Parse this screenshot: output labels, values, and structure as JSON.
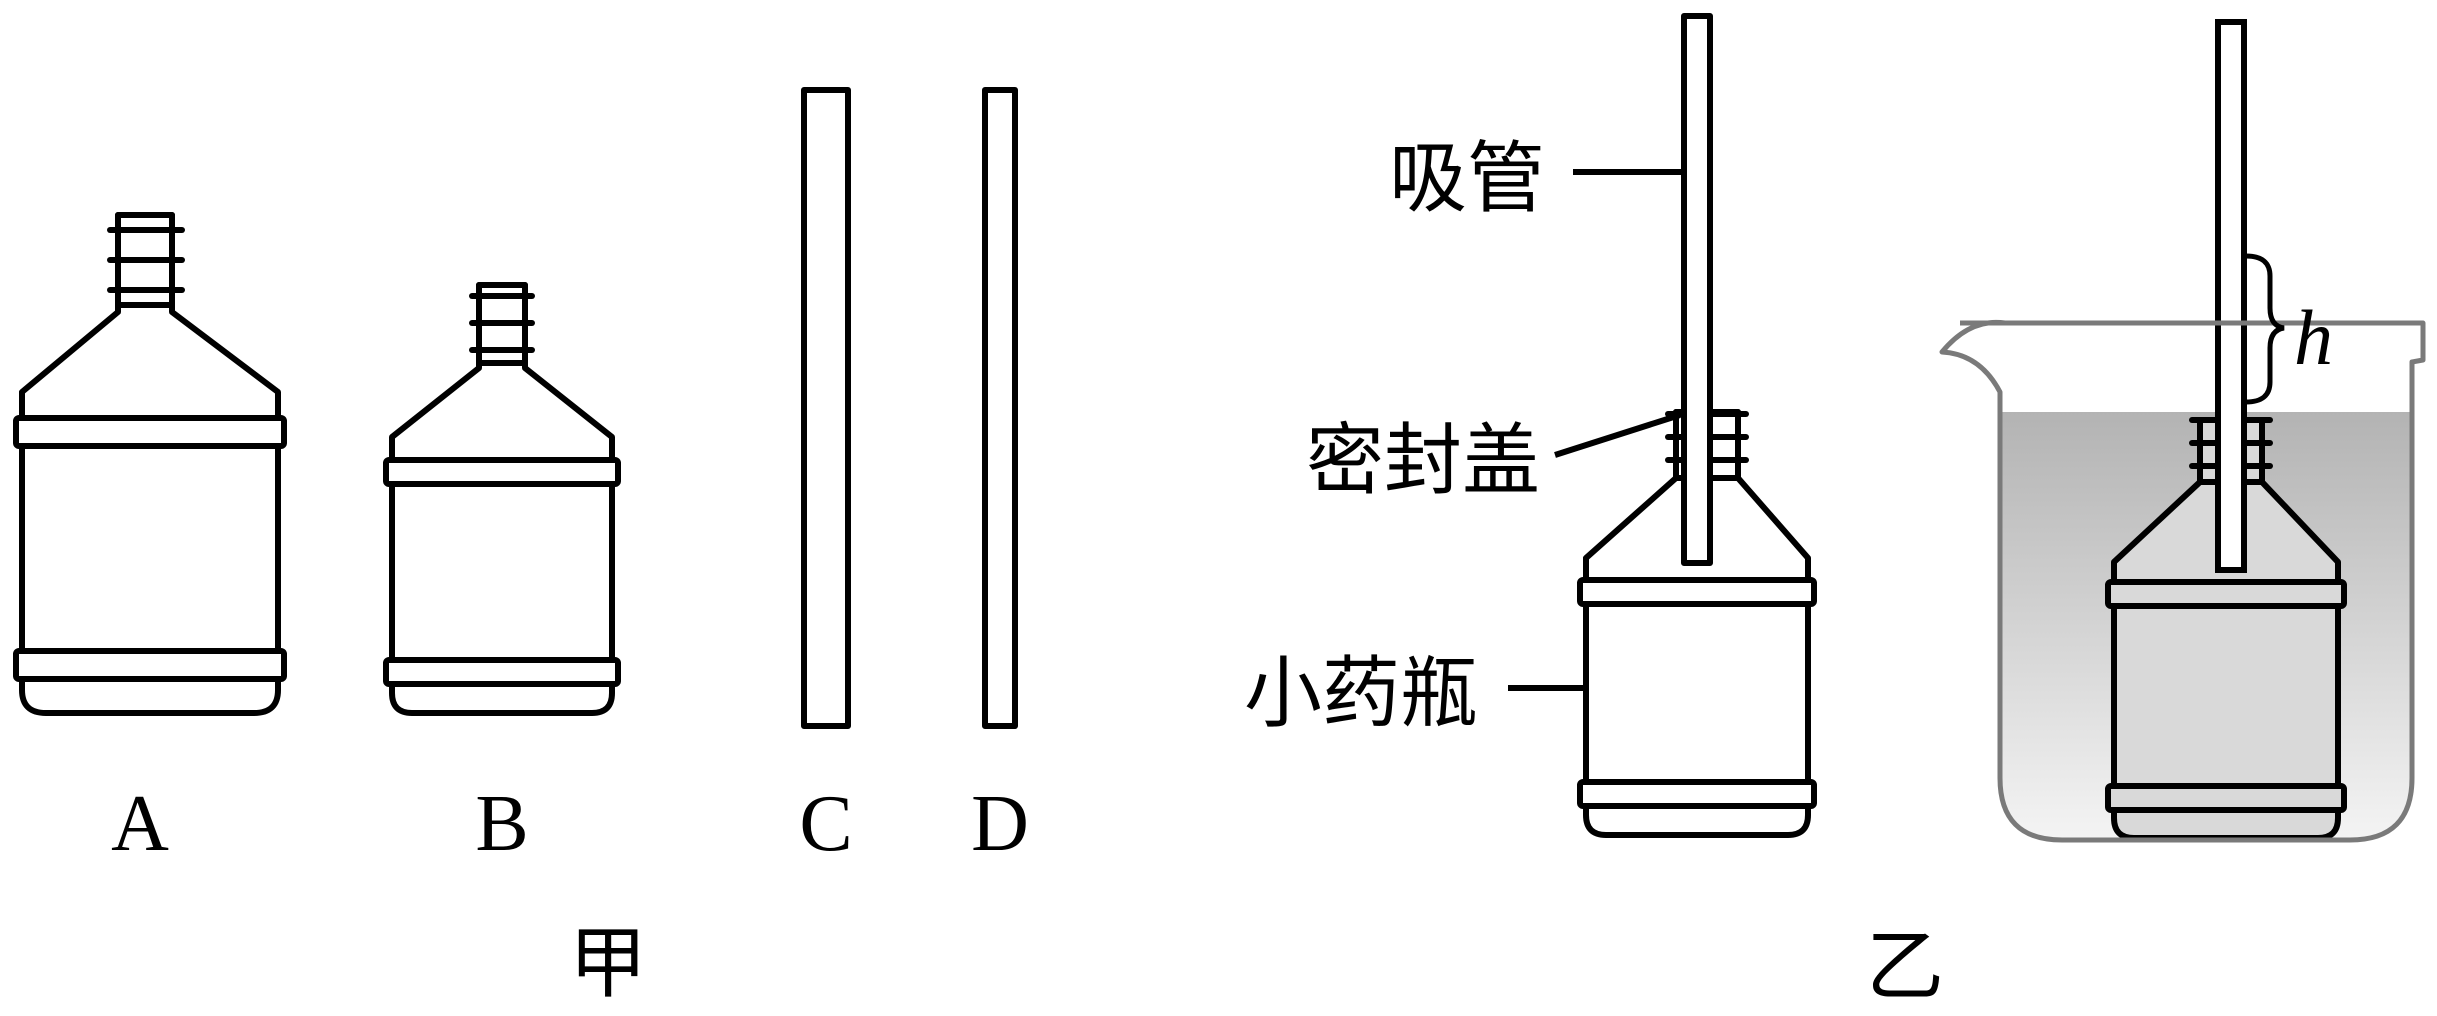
{
  "labels": {
    "bottle_a": "A",
    "bottle_b": "B",
    "straw_c": "C",
    "straw_d": "D",
    "group_jia": "甲",
    "group_yi": "乙",
    "straw": "吸管",
    "sealed_cap": "密封盖",
    "medicine_bottle": "小药瓶",
    "height": "h"
  },
  "colors": {
    "line": "#000000",
    "beaker_outline": "#7a7a7a",
    "water_top": "#b3b3b3",
    "water_bottom": "#f2f2f2",
    "bottle_in_water": "#d9d9d9"
  }
}
